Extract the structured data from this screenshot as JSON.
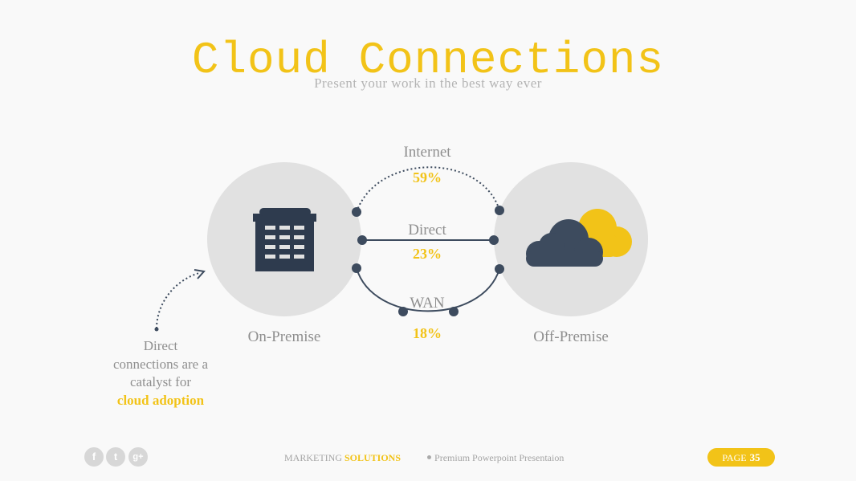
{
  "header": {
    "title": "Cloud Connections",
    "subtitle": "Present your work in the best way ever"
  },
  "diagram": {
    "left_node": {
      "label": "On-Premise",
      "icon": "building-icon"
    },
    "right_node": {
      "label": "Off-Premise",
      "icon": "cloud-icon"
    },
    "connections": [
      {
        "name": "Internet",
        "percent": "59%"
      },
      {
        "name": "Direct",
        "percent": "23%"
      },
      {
        "name": "WAN",
        "percent": "18%"
      }
    ]
  },
  "note": {
    "line1": "Direct",
    "line2": "connections are a",
    "line3": "catalyst for",
    "highlight": "cloud adoption"
  },
  "footer": {
    "brand_1": "MARKETING",
    "brand_2": "SOLUTIONS",
    "tagline": "Premium Powerpoint Presentaion",
    "page_label": "PAGE",
    "page_number": "35",
    "social": [
      {
        "icon": "facebook-icon",
        "glyph": "f"
      },
      {
        "icon": "twitter-icon",
        "glyph": "t"
      },
      {
        "icon": "google-plus-icon",
        "glyph": "g+"
      }
    ]
  },
  "colors": {
    "accent": "#f2c318",
    "dark": "#3d4b5e",
    "circle": "#e1e1e1",
    "text_gray": "#8f8f8f"
  }
}
